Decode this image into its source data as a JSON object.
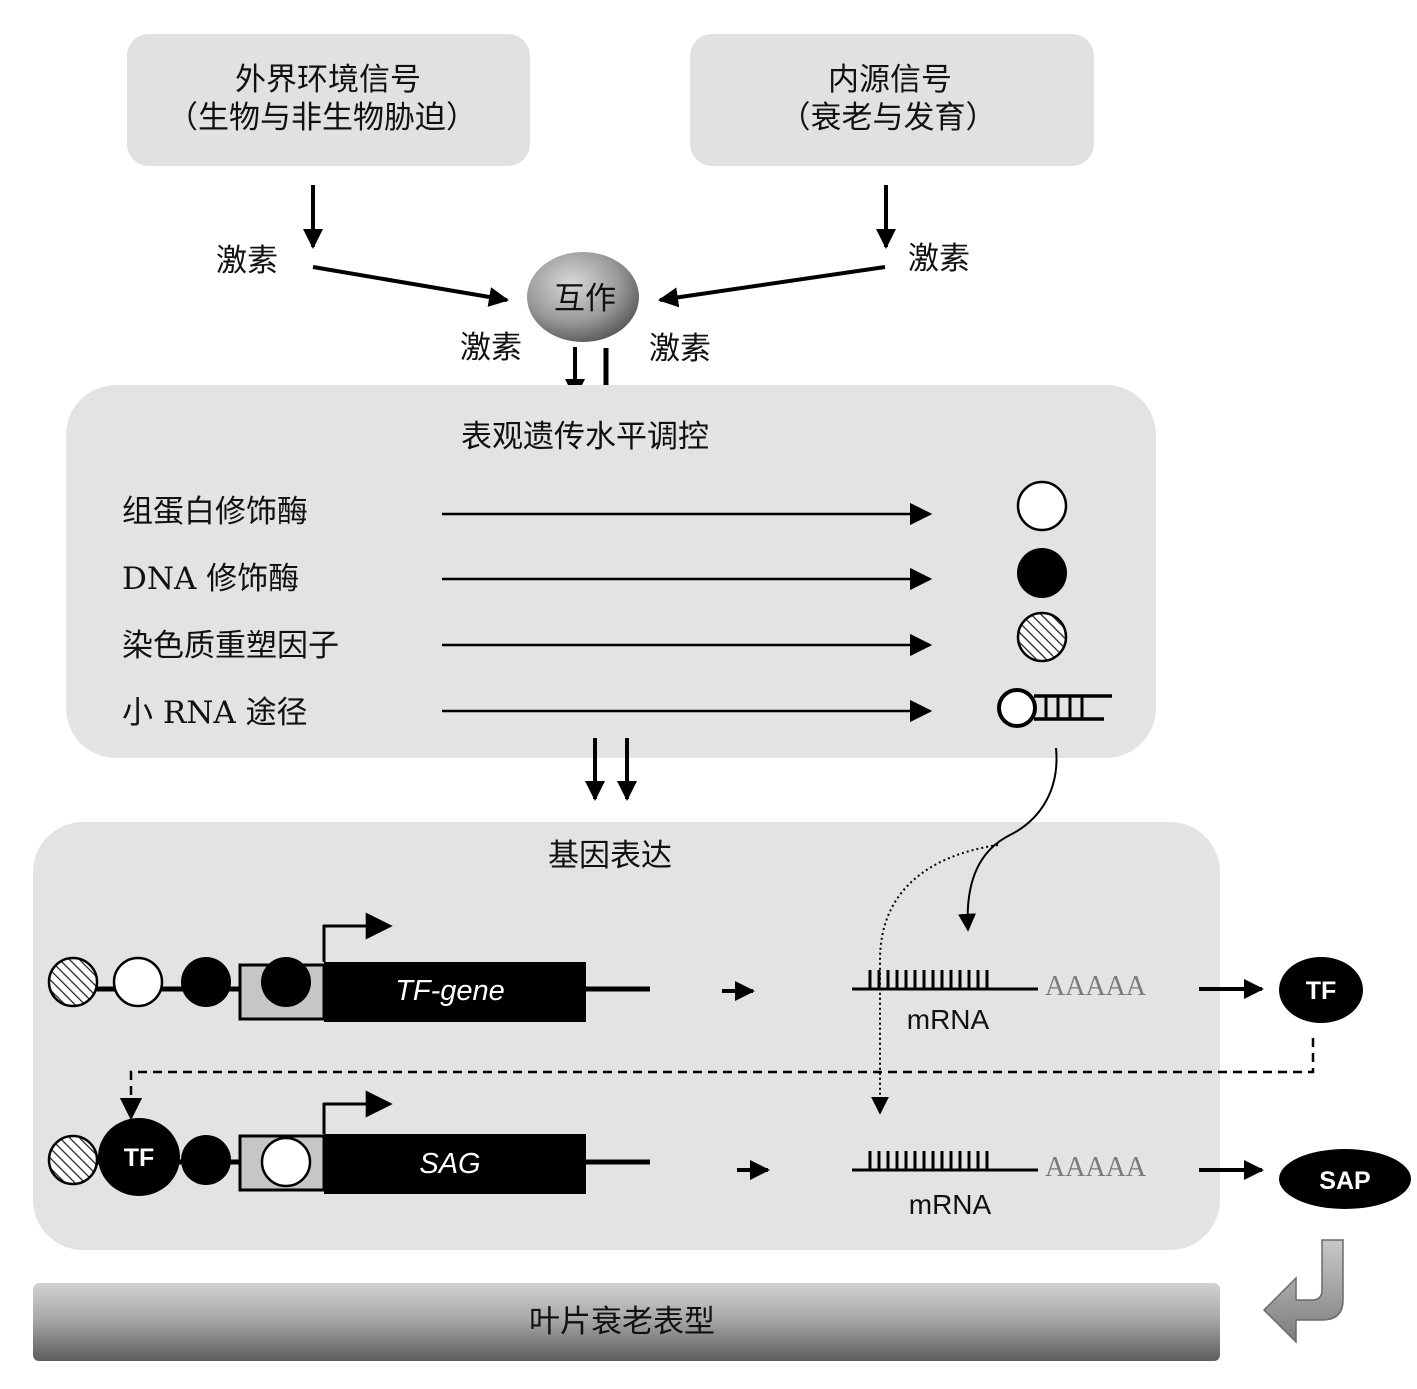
{
  "signals": {
    "external": {
      "line1": "外界环境信号",
      "line2": "（生物与非生物胁迫）"
    },
    "internal": {
      "line1": "内源信号",
      "line2": "（衰老与发育）"
    }
  },
  "hormone_label": "激素",
  "interaction_label": "互作",
  "epigenetic": {
    "title": "表观遗传水平调控",
    "items": [
      {
        "label": "组蛋白修饰酶",
        "marker": "open-circle"
      },
      {
        "label": "DNA 修饰酶",
        "marker": "filled-circle"
      },
      {
        "label": "染色质重塑因子",
        "marker": "hatched-circle"
      },
      {
        "label": "小 RNA 途径",
        "marker": "hairpin-rna"
      }
    ]
  },
  "gene_expression": {
    "title": "基因表达",
    "rows": [
      {
        "gene": "TF-gene",
        "transcript": "mRNA",
        "polya": "AAAAA",
        "product": "TF",
        "bound_factor": ""
      },
      {
        "gene": "SAG",
        "transcript": "mRNA",
        "polya": "AAAAA",
        "product": "SAP",
        "bound_factor": "TF"
      }
    ]
  },
  "phenotype": "叶片衰老表型",
  "colors": {
    "panel": "#e3e3e3",
    "signal_box": "#e1e1e1",
    "ink": "#000000",
    "polya": "#7a7a7a"
  }
}
